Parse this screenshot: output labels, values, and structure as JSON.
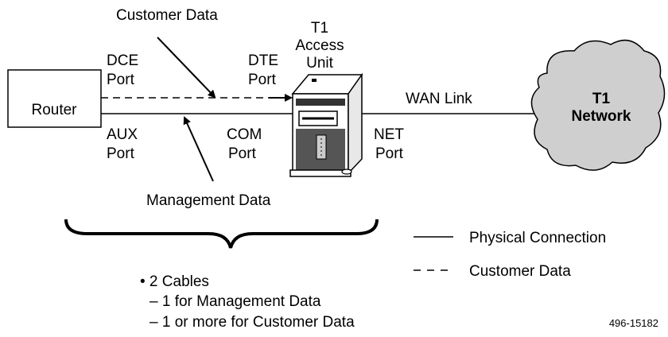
{
  "labels": {
    "customer_data_top": "Customer Data",
    "t1_access_unit": [
      "T1",
      "Access",
      "Unit"
    ],
    "dce_port": [
      "DCE",
      "Port"
    ],
    "dte_port": [
      "DTE",
      "Port"
    ],
    "router": "Router",
    "wan_link": "WAN Link",
    "t1_network": [
      "T1",
      "Network"
    ],
    "aux_port": [
      "AUX",
      "Port"
    ],
    "com_port": [
      "COM",
      "Port"
    ],
    "net_port": [
      "NET",
      "Port"
    ],
    "management_data": "Management Data"
  },
  "legend": {
    "physical": "Physical Connection",
    "customer": "Customer Data"
  },
  "notes": {
    "bullet": "• 2 Cables",
    "line1": "– 1 for Management Data",
    "line2": "– 1 or more for Customer Data"
  },
  "figure_id": "496-15182"
}
